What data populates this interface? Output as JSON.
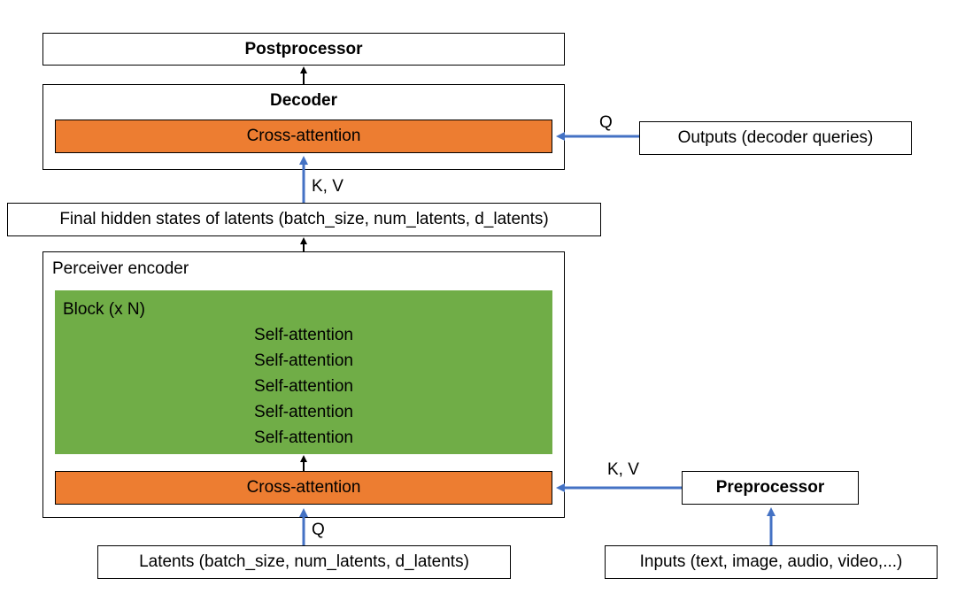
{
  "postprocessor": {
    "label": "Postprocessor"
  },
  "decoder": {
    "title": "Decoder",
    "cross_attention": "Cross-attention"
  },
  "outputs": {
    "label": "Outputs (decoder queries)"
  },
  "final_hidden": {
    "label": "Final hidden states of latents (batch_size, num_latents, d_latents)"
  },
  "encoder": {
    "title": "Perceiver encoder",
    "block_title": "Block (x N)",
    "self_attention": [
      "Self-attention",
      "Self-attention",
      "Self-attention",
      "Self-attention",
      "Self-attention"
    ],
    "cross_attention": "Cross-attention"
  },
  "preprocessor": {
    "label": "Preprocessor"
  },
  "latents": {
    "label": "Latents (batch_size, num_latents, d_latents)"
  },
  "inputs": {
    "label": "Inputs (text, image, audio, video,...)"
  },
  "edge_labels": {
    "q_decoder": "Q",
    "kv_decoder": "K, V",
    "kv_encoder": "K, V",
    "q_encoder": "Q"
  },
  "colors": {
    "cross_attention_fill": "#ED7D31",
    "block_fill": "#70AD47",
    "blue_arrow": "#4472C4",
    "black_arrow": "#000000"
  }
}
